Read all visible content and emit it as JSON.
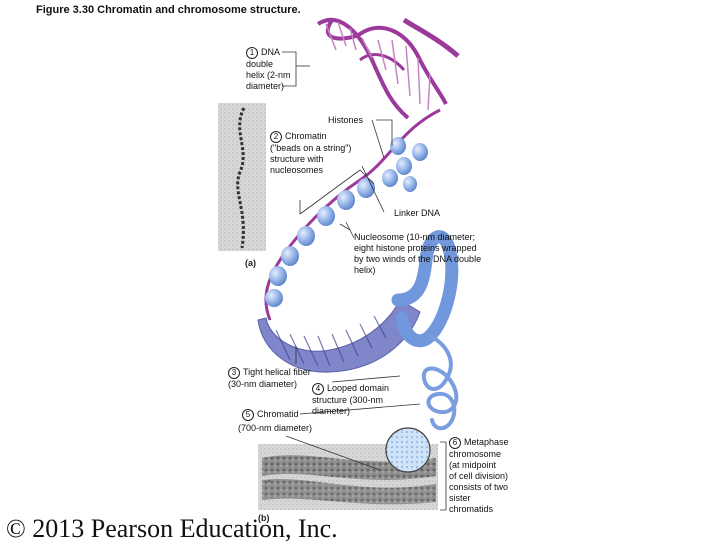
{
  "title": "Figure 3.30  Chromatin and chromosome structure.",
  "labels": {
    "dna": {
      "num": "1",
      "text": "DNA\ndouble\nhelix (2-nm\ndiameter)"
    },
    "histones": "Histones",
    "chromatin": {
      "num": "2",
      "text": "Chromatin\n(\"beads on a string\")\nstructure with\nnucleosomes"
    },
    "linker_dna": "Linker DNA",
    "nucleosome": "Nucleosome (10-nm diameter;\neight histone proteins wrapped\nby two winds of the DNA double\nhelix)",
    "helical_fiber": {
      "num": "3",
      "text": "Tight helical fiber\n(30-nm diameter)"
    },
    "looped_domain": {
      "num": "4",
      "text": "Looped domain\nstructure (300-nm\ndiameter)"
    },
    "chromatid": {
      "num": "5",
      "text": "Chromatid",
      "sub": "(700-nm diameter)"
    },
    "metaphase": {
      "num": "6",
      "text": "Metaphase\nchromosome\n(at midpoint\nof cell division)\nconsists of two\nsister\nchromatids"
    }
  },
  "panels": {
    "a": "(a)",
    "b": "(b)"
  },
  "copyright": "© 2013 Pearson Education, Inc.",
  "colors": {
    "dna": "#9b3a9b",
    "histone": "#8fb0e6",
    "fiber": "#6f93d8",
    "chromosome": "#777777"
  }
}
